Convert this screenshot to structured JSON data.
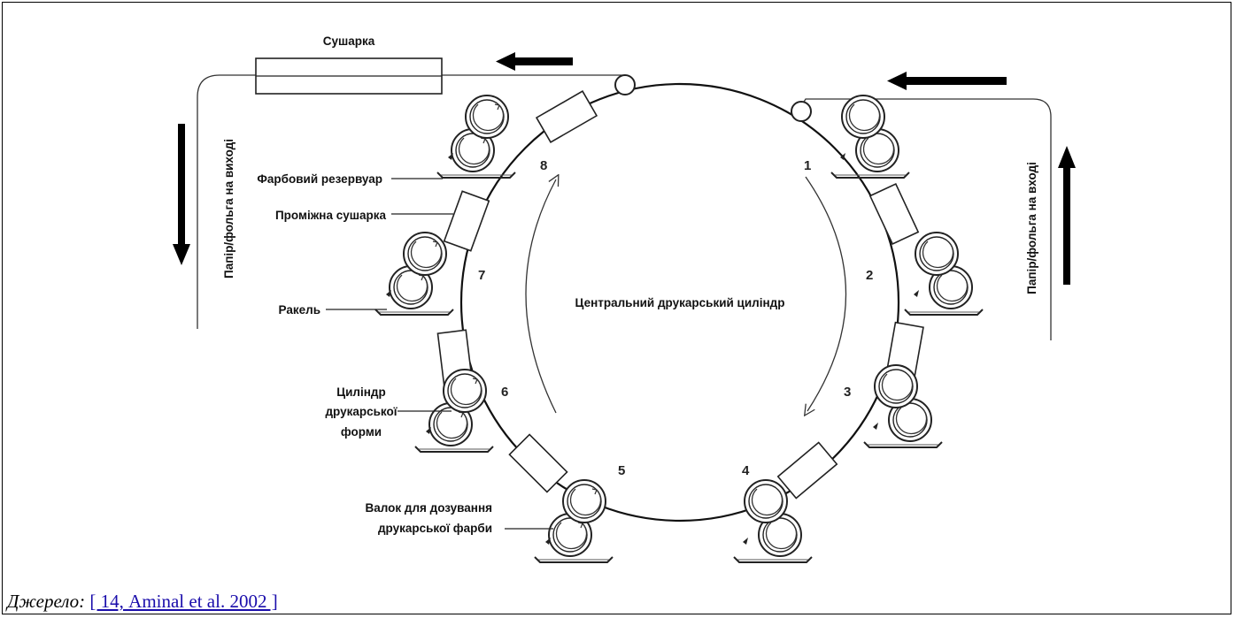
{
  "diagram": {
    "labels": {
      "dryer": "Сушарка",
      "paper_out": "Папір/фольга на виході",
      "paper_in": "Папір/фольга на вході",
      "ink_reservoir": "Фарбовий резервуар",
      "intermediate_dryer": "Проміжна сушарка",
      "doctor_blade": "Ракель",
      "center_cylinder": "Центральний друкарський циліндр",
      "plate_cylinder_1": "Циліндр",
      "plate_cylinder_2": "друкарської",
      "plate_cylinder_3": "форми",
      "metering_roller_1": "Валок для дозування",
      "metering_roller_2": "друкарської фарби"
    },
    "stations": [
      "1",
      "2",
      "3",
      "4",
      "5",
      "6",
      "7",
      "8"
    ]
  },
  "source": {
    "label": "Джерело:",
    "link": "[ 14, Aminal et al. 2002 ]"
  }
}
